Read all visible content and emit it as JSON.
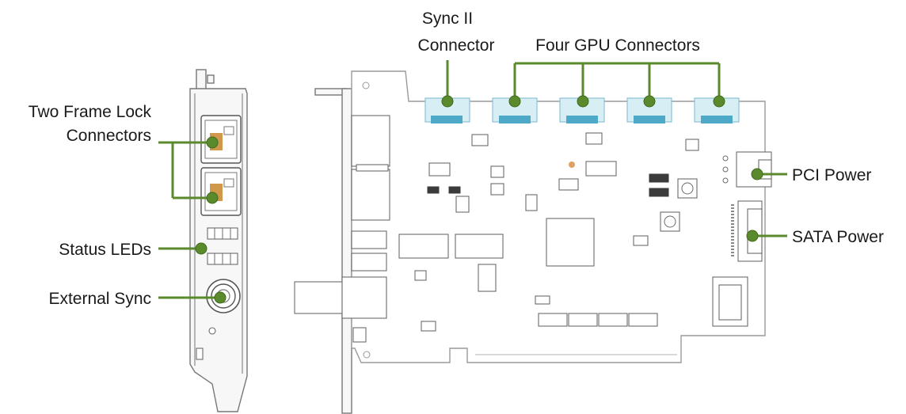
{
  "labels": {
    "sync_ii_line1": "Sync II",
    "sync_ii_line2": "Connector",
    "four_gpu": "Four GPU Connectors",
    "two_frame_lock_line1": "Two Frame Lock",
    "two_frame_lock_line2": "Connectors",
    "status_leds": "Status LEDs",
    "external_sync": "External Sync",
    "pci_power": "PCI Power",
    "sata_power": "SATA Power"
  },
  "colors": {
    "callout_line": "#5a8a2c",
    "text": "#1a1a1a",
    "connector_blue": "#8cc3d6",
    "board_outline": "#9a9a9a"
  },
  "icons": {
    "callout_marker": "green-dot-icon",
    "bnc_connector": "bnc-connector-icon",
    "rj45_port": "rj45-port-icon"
  }
}
